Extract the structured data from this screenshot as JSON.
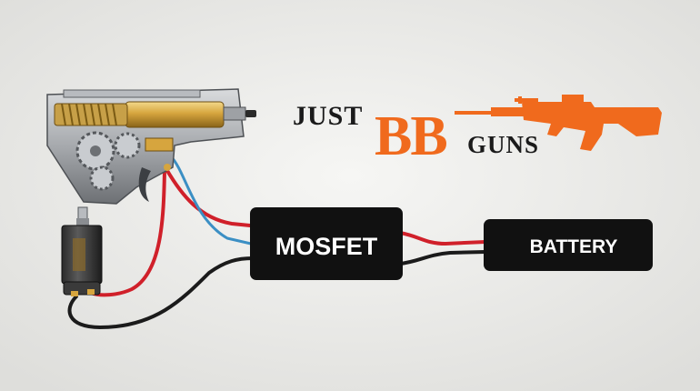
{
  "brand": {
    "line1": "JUST",
    "line2": "BB",
    "line3": "GUNS",
    "colors": {
      "dark": "#1a1a1a",
      "accent": "#f06a1d"
    }
  },
  "diagram": {
    "boxes": {
      "mosfet": "MOSFET",
      "battery": "BATTERY"
    },
    "components": {
      "gearbox": "gearbox-illustration",
      "motor": "motor-illustration"
    },
    "wire_colors": {
      "positive": "#d0202a",
      "negative": "#1b1b1b",
      "signal": "#3b8fc4"
    },
    "colors": {
      "background": "#eeeeec",
      "box_fill": "#111111",
      "box_text": "#ffffff"
    }
  }
}
